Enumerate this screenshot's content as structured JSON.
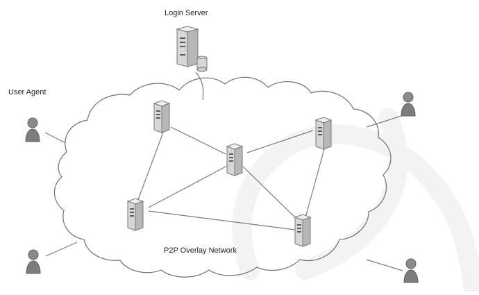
{
  "labels": {
    "login_server": "Login Server",
    "user_agent": "User Agent",
    "overlay_network": "P2P Overlay Network"
  },
  "icons": [
    "server-icon",
    "user-agent-icon",
    "database-cylinder-icon"
  ],
  "colors": {
    "lines": "#7a7a7a",
    "server": "#d7d7d7",
    "agent": "#7d7d7d"
  }
}
